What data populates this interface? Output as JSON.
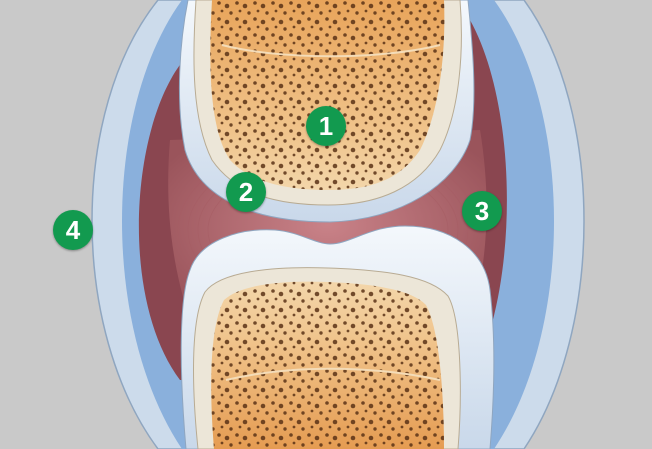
{
  "colors": {
    "background": "#c9c9c9",
    "capsule_outer": "#ccdbeb",
    "synovial_fluid": "#8ab0dc",
    "synovial_membrane": "#8a4650",
    "joint_space": "#b36f73",
    "cartilage": "#dde7f2",
    "bone_cortex": "#ece6d8",
    "spongy_bone": "#e7a25c",
    "bone_pores": "#5a3216",
    "marker": "#129a4f",
    "marker_text": "#ffffff"
  },
  "markers": [
    {
      "label": "1"
    },
    {
      "label": "2"
    },
    {
      "label": "3"
    },
    {
      "label": "4"
    }
  ]
}
